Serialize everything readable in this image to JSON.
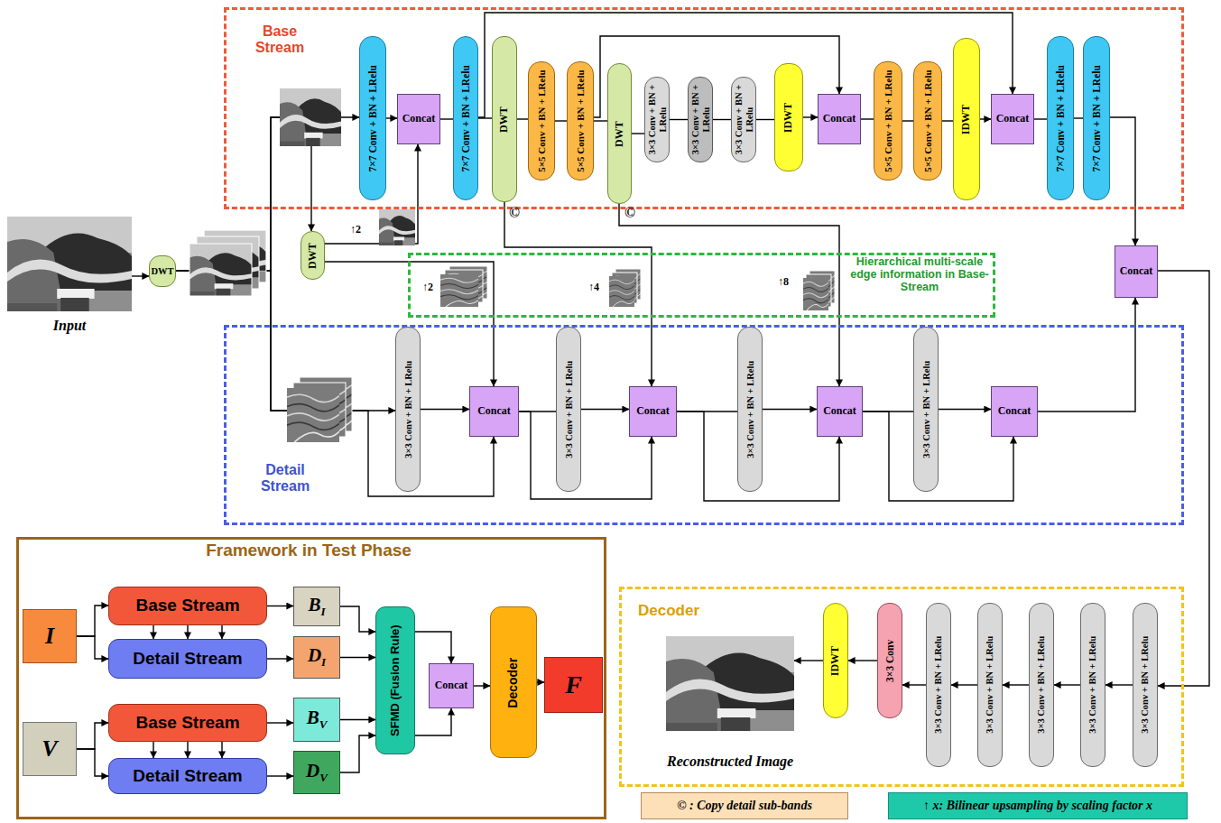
{
  "diagram": {
    "nodes": [
      {
        "text": [
          "Input"
        ]
      },
      {
        "text": [
          "DWT"
        ]
      },
      {
        "text": [
          "Base Stream"
        ]
      },
      {
        "text": [
          "7×7 Conv + BN + LRelu"
        ],
        "in": 2
      },
      {
        "text": [
          "Concat"
        ],
        "in": 2
      },
      {
        "text": [
          "7×7 Conv + BN + LRelu"
        ],
        "in": 2
      },
      {
        "text": [
          "DWT"
        ],
        "in": 2
      },
      {
        "text": [
          "5×5 Conv + BN + LRelu"
        ],
        "in": 2
      },
      {
        "text": [
          "5×5 Conv + BN + LRelu"
        ],
        "in": 2
      },
      {
        "text": [
          "DWT"
        ],
        "in": 2
      },
      {
        "text": [
          "3×3 Conv + BN + LRelu"
        ],
        "in": 2
      },
      {
        "text": [
          "3×3 Conv + BN + LRelu"
        ],
        "in": 2
      },
      {
        "text": [
          "3×3 Conv + BN + LRelu"
        ],
        "in": 2
      },
      {
        "text": [
          "IDWT"
        ],
        "in": 2
      },
      {
        "text": [
          "Concat"
        ],
        "in": 2
      },
      {
        "text": [
          "5×5 Conv + BN + LRelu"
        ],
        "in": 2
      },
      {
        "text": [
          "5×5 Conv + BN + LRelu"
        ],
        "in": 2
      },
      {
        "text": [
          "IDWT"
        ],
        "in": 2
      },
      {
        "text": [
          "Concat"
        ],
        "in": 2
      },
      {
        "text": [
          "7×7 Conv + BN + LRelu"
        ],
        "in": 2
      },
      {
        "text": [
          "7×7 Conv + BN + LRelu"
        ],
        "in": 2
      },
      {
        "text": [
          "DWT"
        ]
      },
      {
        "text": [
          "Hierarchical multi-scale edge information in Base-Stream"
        ]
      },
      {
        "text": [
          "Concat"
        ]
      },
      {
        "text": [
          "Detail Stream"
        ]
      },
      {
        "text": [
          "3×3 Conv + BN + LRelu"
        ],
        "in": 24
      },
      {
        "text": [
          "Concat"
        ],
        "in": 24
      },
      {
        "text": [
          "3×3 Conv + BN + LRelu"
        ],
        "in": 24
      },
      {
        "text": [
          "Concat"
        ],
        "in": 24
      },
      {
        "text": [
          "3×3 Conv + BN + LRelu"
        ],
        "in": 24
      },
      {
        "text": [
          "Concat"
        ],
        "in": 24
      },
      {
        "text": [
          "3×3 Conv + BN + LRelu"
        ],
        "in": 24
      },
      {
        "text": [
          "Concat"
        ],
        "in": 24
      },
      {
        "text": [
          "Framework in Test Phase"
        ]
      },
      {
        "text": [
          "I"
        ],
        "in": 33
      },
      {
        "text": [
          "Base Stream"
        ],
        "in": 33
      },
      {
        "text": [
          "Detail Stream"
        ],
        "in": 33
      },
      {
        "text": [
          "B",
          "I"
        ],
        "in": 33
      },
      {
        "text": [
          "D",
          "I"
        ],
        "in": 33
      },
      {
        "text": [
          "V"
        ],
        "in": 33
      },
      {
        "text": [
          "Base Stream"
        ],
        "in": 33
      },
      {
        "text": [
          "Detail Stream"
        ],
        "in": 33
      },
      {
        "text": [
          "B",
          "V"
        ],
        "in": 33
      },
      {
        "text": [
          "D",
          "V"
        ],
        "in": 33
      },
      {
        "text": [
          "SFMD (Fusion Rule)"
        ],
        "in": 33
      },
      {
        "text": [
          "Concat"
        ],
        "in": 33
      },
      {
        "text": [
          "Decoder"
        ],
        "in": 33
      },
      {
        "text": [
          "F"
        ],
        "in": 33
      },
      {
        "text": [
          "Decoder"
        ]
      },
      {
        "text": [
          "Reconstructed Image"
        ],
        "in": 48
      },
      {
        "text": [
          "IDWT"
        ],
        "in": 48
      },
      {
        "text": [
          "3×3 Conv"
        ],
        "in": 48
      },
      {
        "text": [
          "3×3 Conv + BN + LRelu"
        ],
        "in": 48
      },
      {
        "text": [
          "3×3 Conv + BN + LRelu"
        ],
        "in": 48
      },
      {
        "text": [
          "3×3 Conv + BN + LRelu"
        ],
        "in": 48
      },
      {
        "text": [
          "3×3 Conv + BN + LRelu"
        ],
        "in": 48
      },
      {
        "text": [
          "3×3 Conv + BN + LRelu"
        ],
        "in": 48
      },
      {
        "text": [
          "© : Copy detail sub-bands"
        ]
      },
      {
        "text": [
          "↑ x: Bilinear upsampling by scaling factor x"
        ]
      }
    ],
    "edges": [
      {
        "from": 0,
        "to": 1,
        "arrow": "to"
      },
      {
        "from": 1,
        "to": 3,
        "arrow": "to"
      },
      {
        "from": 1,
        "to": 21,
        "arrow": "to"
      },
      {
        "from": 1,
        "to": 25,
        "arrow": "to"
      },
      {
        "from": 1,
        "to": 26,
        "arrow": "to"
      },
      {
        "from": 21,
        "to": 4,
        "arrow": "to"
      },
      {
        "from": 21,
        "to": 26,
        "arrow": "to"
      },
      {
        "from": 3,
        "to": 4,
        "arrow": "to"
      },
      {
        "from": 4,
        "to": 5,
        "arrow": "none"
      },
      {
        "from": 5,
        "to": 6,
        "arrow": "none"
      },
      {
        "from": 6,
        "to": 7,
        "arrow": "none"
      },
      {
        "from": 7,
        "to": 8,
        "arrow": "none"
      },
      {
        "from": 8,
        "to": 9,
        "arrow": "none"
      },
      {
        "from": 9,
        "to": 10,
        "arrow": "none"
      },
      {
        "from": 10,
        "to": 11,
        "arrow": "none"
      },
      {
        "from": 11,
        "to": 12,
        "arrow": "none"
      },
      {
        "from": 12,
        "to": 13,
        "arrow": "none"
      },
      {
        "from": 13,
        "to": 14,
        "arrow": "to"
      },
      {
        "from": 14,
        "to": 15,
        "arrow": "none"
      },
      {
        "from": 15,
        "to": 16,
        "arrow": "none"
      },
      {
        "from": 16,
        "to": 17,
        "arrow": "none"
      },
      {
        "from": 17,
        "to": 18,
        "arrow": "to"
      },
      {
        "from": 18,
        "to": 19,
        "arrow": "none"
      },
      {
        "from": 19,
        "to": 20,
        "arrow": "none"
      },
      {
        "from": 5,
        "to": 18,
        "arrow": "to"
      },
      {
        "from": 8,
        "to": 14,
        "arrow": "to"
      },
      {
        "from": 6,
        "to": 28,
        "arrow": "to"
      },
      {
        "from": 9,
        "to": 30,
        "arrow": "to"
      },
      {
        "from": 25,
        "to": 26,
        "arrow": "to"
      },
      {
        "from": 26,
        "to": 27,
        "arrow": "none"
      },
      {
        "from": 26,
        "to": 28,
        "arrow": "to"
      },
      {
        "from": 27,
        "to": 28,
        "arrow": "to"
      },
      {
        "from": 28,
        "to": 29,
        "arrow": "none"
      },
      {
        "from": 28,
        "to": 30,
        "arrow": "to"
      },
      {
        "from": 29,
        "to": 30,
        "arrow": "to"
      },
      {
        "from": 30,
        "to": 31,
        "arrow": "none"
      },
      {
        "from": 30,
        "to": 32,
        "arrow": "to"
      },
      {
        "from": 31,
        "to": 32,
        "arrow": "to"
      },
      {
        "from": 32,
        "to": 23,
        "arrow": "to"
      },
      {
        "from": 20,
        "to": 23,
        "arrow": "to"
      },
      {
        "from": 23,
        "to": 56,
        "arrow": "to"
      },
      {
        "from": 56,
        "to": 55,
        "arrow": "to"
      },
      {
        "from": 55,
        "to": 54,
        "arrow": "to"
      },
      {
        "from": 54,
        "to": 53,
        "arrow": "to"
      },
      {
        "from": 53,
        "to": 52,
        "arrow": "to"
      },
      {
        "from": 52,
        "to": 51,
        "arrow": "to"
      },
      {
        "from": 51,
        "to": 50,
        "arrow": "to"
      },
      {
        "from": 50,
        "to": 49,
        "arrow": "to"
      },
      {
        "from": 34,
        "to": 35,
        "arrow": "to"
      },
      {
        "from": 34,
        "to": 36,
        "arrow": "to"
      },
      {
        "from": 35,
        "to": 36,
        "arrow": "to"
      },
      {
        "from": 35,
        "to": 36,
        "arrow": "to"
      },
      {
        "from": 35,
        "to": 36,
        "arrow": "to"
      },
      {
        "from": 35,
        "to": 37,
        "arrow": "to"
      },
      {
        "from": 36,
        "to": 38,
        "arrow": "to"
      },
      {
        "from": 39,
        "to": 40,
        "arrow": "to"
      },
      {
        "from": 39,
        "to": 41,
        "arrow": "to"
      },
      {
        "from": 40,
        "to": 41,
        "arrow": "to"
      },
      {
        "from": 40,
        "to": 41,
        "arrow": "to"
      },
      {
        "from": 40,
        "to": 41,
        "arrow": "to"
      },
      {
        "from": 40,
        "to": 42,
        "arrow": "to"
      },
      {
        "from": 41,
        "to": 43,
        "arrow": "to"
      },
      {
        "from": 37,
        "to": 44,
        "arrow": "to"
      },
      {
        "from": 38,
        "to": 44,
        "arrow": "to"
      },
      {
        "from": 42,
        "to": 44,
        "arrow": "to"
      },
      {
        "from": 43,
        "to": 44,
        "arrow": "to"
      },
      {
        "from": 44,
        "to": 45,
        "arrow": "to"
      },
      {
        "from": 44,
        "to": 45,
        "arrow": "to"
      },
      {
        "from": 45,
        "to": 46,
        "arrow": "to"
      },
      {
        "from": 46,
        "to": 47,
        "arrow": "to"
      }
    ],
    "labels": [
      "©",
      "©",
      "↑2",
      "↑2",
      "↑4",
      "↑8"
    ]
  }
}
